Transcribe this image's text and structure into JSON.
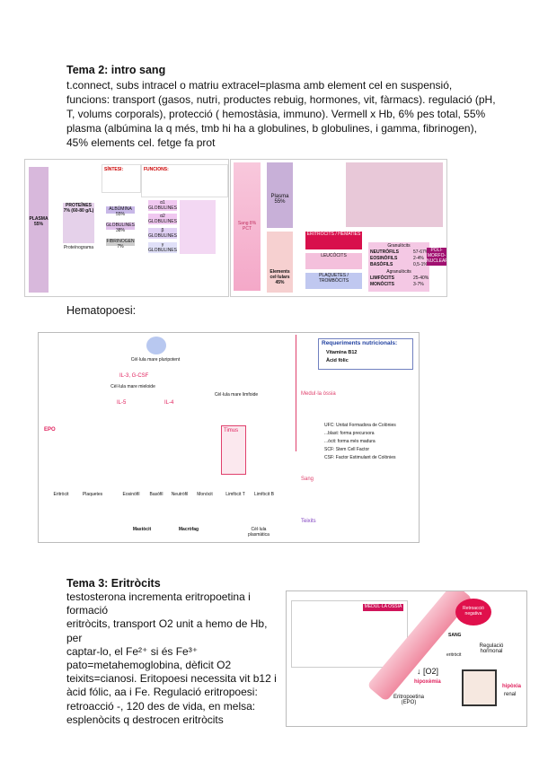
{
  "tema2": {
    "heading": "Tema 2: intro sang",
    "body": "t.connect, subs intracel o matriu extracel=plasma amb element cel en suspensió, funcions: transport (gasos, nutri, productes rebuig, hormones, vit, fàrmacs). regulació (pH, T, volums corporals), protecció ( hemostàsia, immuno). Vermell x Hb, 6% pes total, 55% plasma (albúmina la q més, tmb hi ha a globulines, b globulines, i gamma, fibrinogen), 45% elements cel. fetge fa prot"
  },
  "figure1": {
    "plasma": "PLASMA 55%",
    "proteines": "PROTEÏNES 7% (60-80 g/L)",
    "proteinogram": "Proteïnograma",
    "sintesi": "SÍNTESI:",
    "funcions": "FUNCIONS:",
    "albumina": "ALBÚMINA 55%",
    "globulines": "GLOBULINES 38%",
    "fibrinogen": "FIBRINOGEN 7%",
    "globs": [
      "α1 GLOBULINES",
      "α2 GLOBULINES",
      "β GLOBULINES",
      "γ GLOBULINES"
    ],
    "sang": "Sang 8% PCT",
    "plasma_right": "Plasma 55%",
    "elements": "Elements cel·lulars 45%",
    "eritrocits": "ERITRÒCITS / HEMATIES",
    "leucocits": "LEUCÒCITS",
    "plaquetes": "PLAQUETES / TROMBÒCITS",
    "granulocits": "Granulòcits",
    "agranulocits": "Agranulòcits",
    "leuco_rows": [
      {
        "name": "NEUTRÒFILS",
        "pct": "57-67%"
      },
      {
        "name": "EOSINÒFILS",
        "pct": "2-4%"
      },
      {
        "name": "BASÒFILS",
        "pct": "0,5-1%"
      },
      {
        "name": "LIMFÒCITS",
        "pct": "25-40%"
      },
      {
        "name": "MONÒCITS",
        "pct": "3-7%"
      }
    ],
    "poli": "POLI-MORFO-NUCLEARS"
  },
  "hematopoesi": {
    "heading": "Hematopoesi:",
    "requeriments_title": "Requeriments nutricionals:",
    "requeriments": [
      "Vitamina B12",
      "Àcid fòlic"
    ],
    "stem": "Cèl·lula mare pluripotent",
    "mieloide": "Cèl·lula mare mieloide",
    "limfoide": "Cèl·lula mare limfoide",
    "il3": "IL-3, G-CSF",
    "il5": "IL-5",
    "il4": "IL-4",
    "epo": "EPO",
    "timus": "Timus",
    "cells": [
      "Eritròcit",
      "Plaquetes",
      "Eosinòfil",
      "Basòfil",
      "Neutròfil",
      "Monòcit",
      "Limfòcit T",
      "Limfòcit B"
    ],
    "tissue_cells": [
      "Mastòcit",
      "Macròfag",
      "Cèl·lula plasmàtica"
    ],
    "regions": [
      "Medul·la òssia",
      "Sang",
      "Teixits"
    ],
    "legend": [
      "UFC: Unitat Formadora de Colònies",
      "...blast: forma precursora",
      "...òcit: forma més madura",
      "SCF: Stem Cell Factor",
      "CSF: Factor Estimulant de Colònies"
    ]
  },
  "tema3": {
    "heading": "Tema 3: Eritròcits",
    "lines": [
      "testosterona incrementa eritropoetina i formació",
      "eritròcits, transport O2 unit a hemo de Hb, per",
      "captar-lo, el Fe²⁺ si és Fe³⁺",
      "pato=metahemoglobina, dèficit O2",
      "teixits=cianosi.  Eritopoesi necessita vit b12 i",
      "àcid fólic, aa i Fe. Regulació eritropoesi:",
      "retroacció -, 120 des de vida, en melsa:",
      "esplenòcits q destrocen eritròcits"
    ]
  },
  "figure3": {
    "medul": "MEDUL·LA ÒSSIA",
    "retro": "Retroacció negativa",
    "sang": "SANG",
    "eritrocit": "eritròcit",
    "o2": "↓ [O2]",
    "hipoxemia": "hipoxèmia",
    "epo": "Eritropoetina (EPO)",
    "regulacio": "Regulació hormonal",
    "hipoxia": "hipòxia",
    "renal": "renal"
  }
}
